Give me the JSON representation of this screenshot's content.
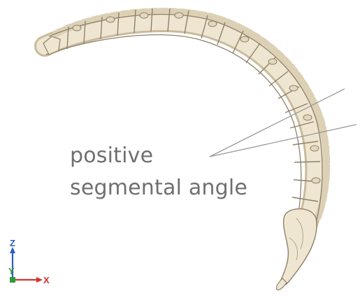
{
  "annotation": {
    "line1": "positive",
    "line2": "segmental angle"
  },
  "triad": {
    "z_label": "Z",
    "y_label": "Y",
    "x_label": "X"
  },
  "colors": {
    "bone_fill": "#efe6d2",
    "bone_stroke": "#8f8069",
    "bone_shadow": "#c9bb9d",
    "annotation_text": "#6f6f6f",
    "annotation_lines": "#9a9a9a",
    "axis_z": "#2a5dbf",
    "axis_y": "#2e9a3a",
    "axis_x": "#d2332d"
  }
}
